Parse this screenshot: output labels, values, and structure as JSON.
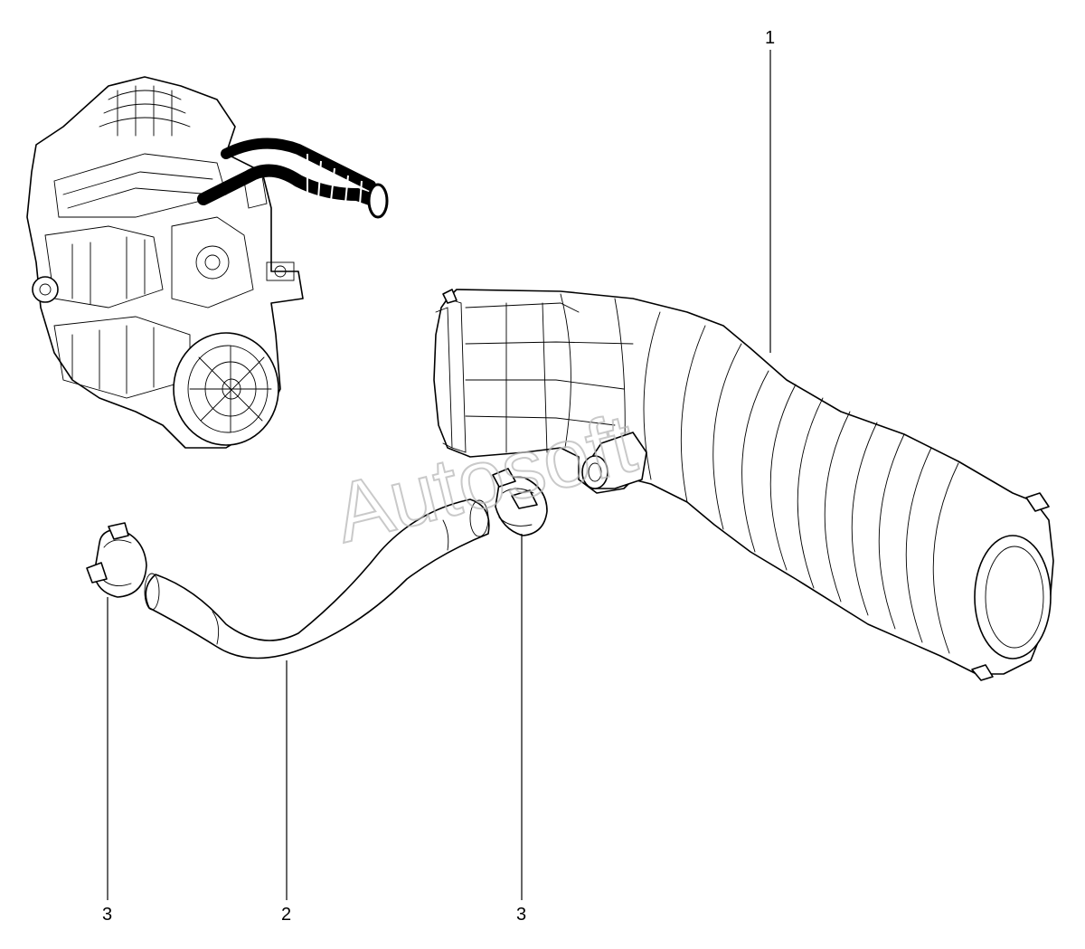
{
  "watermark": {
    "text": "Autosoft"
  },
  "callouts": [
    {
      "id": "part-1",
      "label": "1"
    },
    {
      "id": "part-2",
      "label": "2"
    },
    {
      "id": "part-3-left",
      "label": "3"
    },
    {
      "id": "part-3-right",
      "label": "3"
    }
  ],
  "parts": [
    {
      "label": "1",
      "name": "air-intake-duct"
    },
    {
      "label": "2",
      "name": "hose"
    },
    {
      "label": "3",
      "name": "hose-clamp"
    }
  ]
}
